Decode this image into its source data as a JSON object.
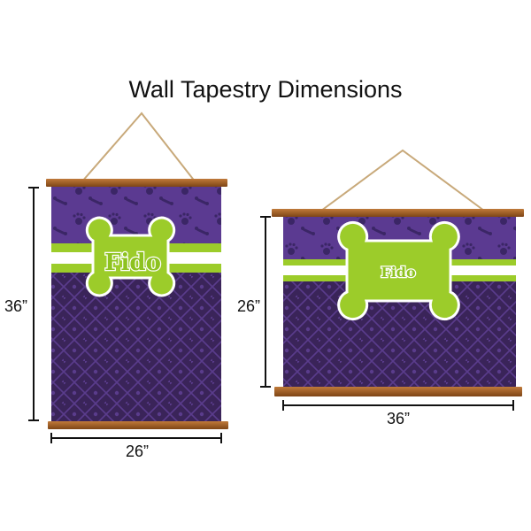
{
  "title": "Wall Tapestry Dimensions",
  "portrait": {
    "name_text": "Fido",
    "height_label": "36”",
    "width_label": "26”"
  },
  "landscape": {
    "name_text": "Fido",
    "height_label": "26”",
    "width_label": "36”"
  },
  "colors": {
    "top_purple": "#5b3a91",
    "bottom_purple": "#3a2459",
    "lime": "#9ccc2a",
    "wood": "#a0602a",
    "rope": "#c8a97a"
  }
}
